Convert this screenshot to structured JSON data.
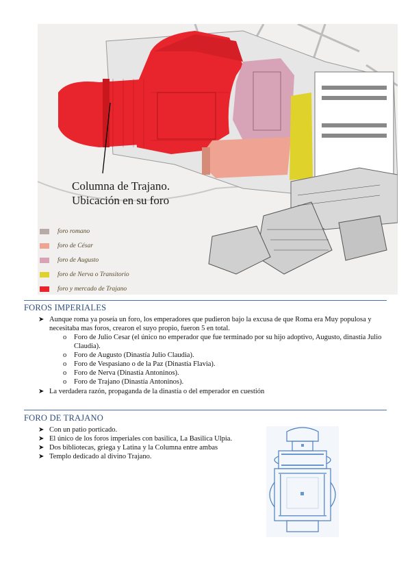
{
  "map": {
    "caption_line1": "Columna de Trajano.",
    "caption_line2": "Ubicación en su foro",
    "legend": [
      {
        "label": "foro romano",
        "color": "#b8aaa4"
      },
      {
        "label": "foro de César",
        "color": "#efa392"
      },
      {
        "label": "foro de Augusto",
        "color": "#d7a3b6"
      },
      {
        "label": "foro de Nerva o Transitorio",
        "color": "#dfd32b"
      },
      {
        "label": "foro y mercado de Trajano",
        "color": "#e8242c"
      }
    ]
  },
  "section1": {
    "heading": "FOROS IMPERIALES",
    "bullet1": "Aunque roma ya poseía un foro, los emperadores que pudieron bajo la excusa de que Roma era Muy populosa y necesitaba mas foros, crearon el suyo propio, fueron 5 en total.",
    "subitems": [
      "Foro de Julio Cesar (el único no emperador que fue terminado por su hijo adoptivo, Augusto, dinastía Julio Claudia).",
      "Foro de Augusto (Dinastía Julio Claudia).",
      "Foro de Vespasiano o de la Paz (Dinastía Flavia).",
      "Foro de Nerva (Dinastía Antoninos).",
      "Foro de Trajano (Dinastía Antoninos)."
    ],
    "bullet2": "La verdadera razón, propaganda de la dinastía o del emperador en cuestión"
  },
  "section2": {
    "heading": "FORO DE TRAJANO",
    "items": [
      "Con un patio porticado.",
      "El único de los foros imperiales con basilica, La Basilica Ulpia.",
      "Dos bibliotecas, griega y Latina y la Columna entre ambas",
      "Templo dedicado al divino Trajano."
    ]
  }
}
